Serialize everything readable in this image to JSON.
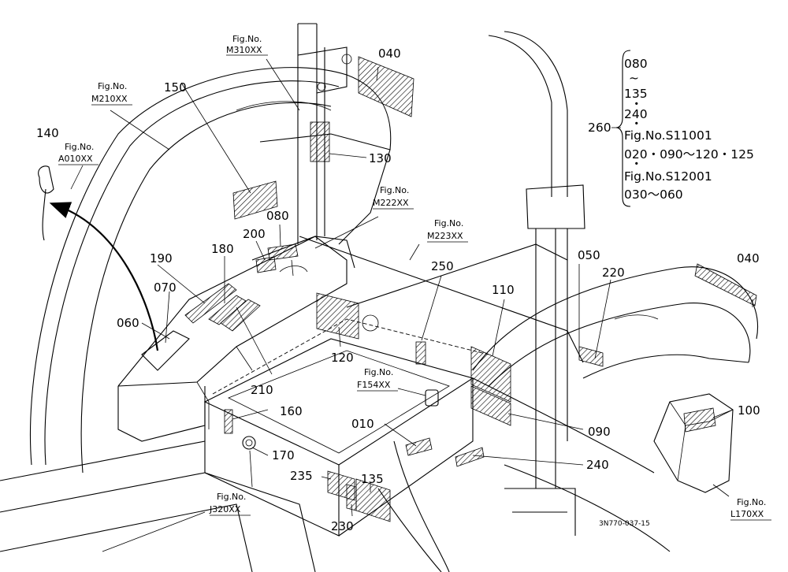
{
  "parts": {
    "p010": "010",
    "p040a": "040",
    "p040b": "040",
    "p050": "050",
    "p060": "060",
    "p070": "070",
    "p080": "080",
    "p090": "090",
    "p100": "100",
    "p110": "110",
    "p120": "120",
    "p130": "130",
    "p135": "135",
    "p140": "140",
    "p150": "150",
    "p160": "160",
    "p170": "170",
    "p180": "180",
    "p190": "190",
    "p200": "200",
    "p210": "210",
    "p220": "220",
    "p230": "230",
    "p235": "235",
    "p240": "240",
    "p250": "250",
    "p260": "260"
  },
  "fig_refs": {
    "fig_label": "Fig.No.",
    "m310": "M310XX",
    "m210": "M210XX",
    "a010": "A010XX",
    "m222": "M222XX",
    "m223": "M223XX",
    "f154": "F154XX",
    "j320": "J320XX",
    "l170": "L170XX"
  },
  "legend": {
    "l1": "080",
    "l2": "~",
    "l3": "135",
    "l4": "240",
    "l5": "Fig.No.S11001",
    "l6": "020・090～120・125",
    "l7": "Fig.No.S12001",
    "l8": "030～060"
  },
  "drawing_id": "3N770-037-15"
}
